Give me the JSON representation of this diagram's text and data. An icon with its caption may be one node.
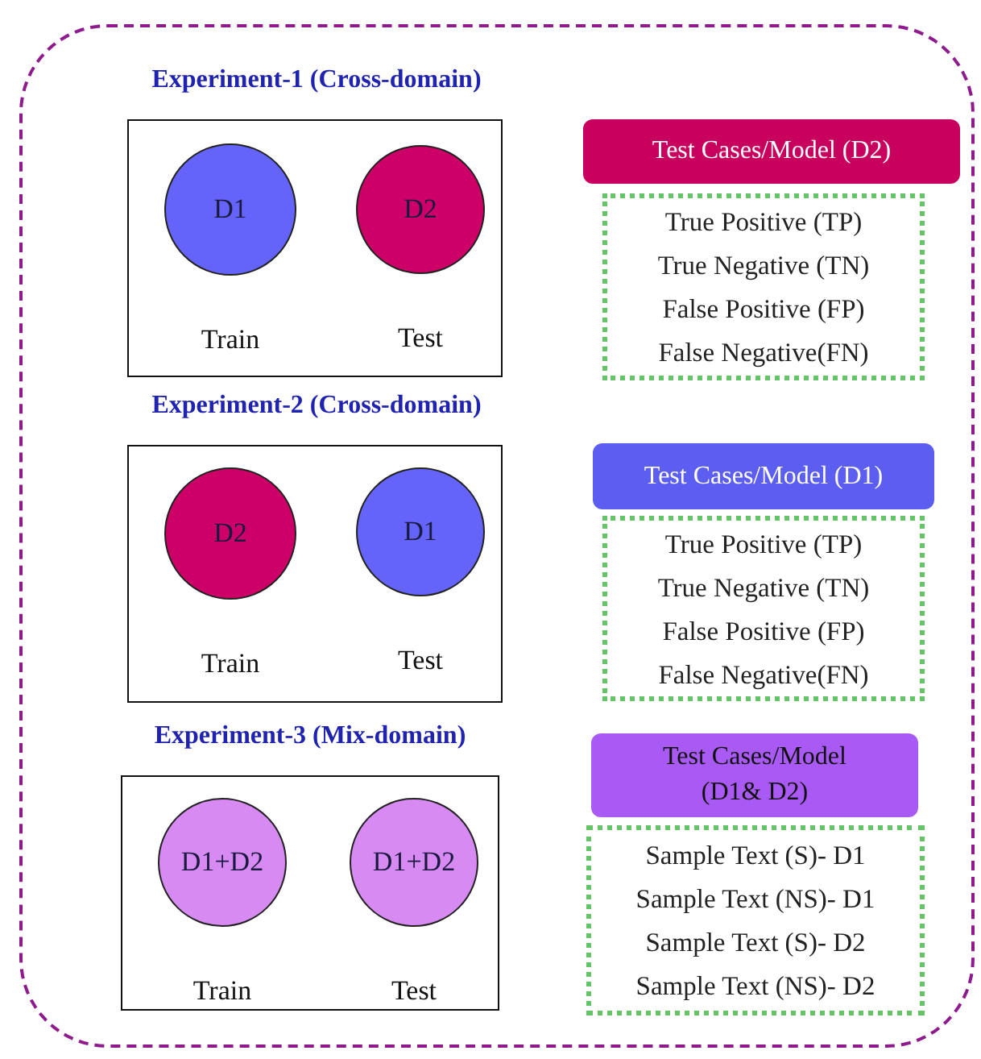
{
  "diagram": {
    "nodes": [
      {
        "text": [],
        "shape": "box"
      },
      {
        "text": [
          "Experiment-1 (Cross-domain)"
        ],
        "in": 0
      },
      {
        "text": [
          "D1"
        ],
        "beside": [
          "Train"
        ],
        "in": 1
      },
      {
        "text": [
          "D2"
        ],
        "beside": [
          "Test"
        ],
        "in": 1
      },
      {
        "text": [
          "Test Cases/Model (D2)"
        ],
        "in": 0
      },
      {
        "text": [
          "True Positive (TP)",
          "True Negative (TN)",
          "False Positive (FP)",
          "False Negative(FN)"
        ],
        "in": 0
      },
      {
        "text": [
          "Experiment-2 (Cross-domain)"
        ],
        "in": 0
      },
      {
        "text": [
          "D2"
        ],
        "beside": [
          "Train"
        ],
        "in": 6
      },
      {
        "text": [
          "D1"
        ],
        "beside": [
          "Test"
        ],
        "in": 6
      },
      {
        "text": [
          "Test Cases/Model (D1)"
        ],
        "in": 0
      },
      {
        "text": [
          "True Positive (TP)",
          "True Negative (TN)",
          "False Positive (FP)",
          "False Negative(FN)"
        ],
        "in": 0
      },
      {
        "text": [
          "Experiment-3 (Mix-domain)"
        ],
        "in": 0
      },
      {
        "text": [
          "D1+D2"
        ],
        "beside": [
          "Train"
        ],
        "in": 11
      },
      {
        "text": [
          "D1+D2"
        ],
        "beside": [
          "Test"
        ],
        "in": 11
      },
      {
        "text": [
          "Test Cases/Model (D1& D2)"
        ],
        "in": 0
      },
      {
        "text": [
          "Sample Text (S)- D1",
          "Sample Text (NS)- D1",
          "Sample Text (S)- D2",
          "Sample Text (NS)- D2"
        ],
        "in": 0
      }
    ]
  }
}
